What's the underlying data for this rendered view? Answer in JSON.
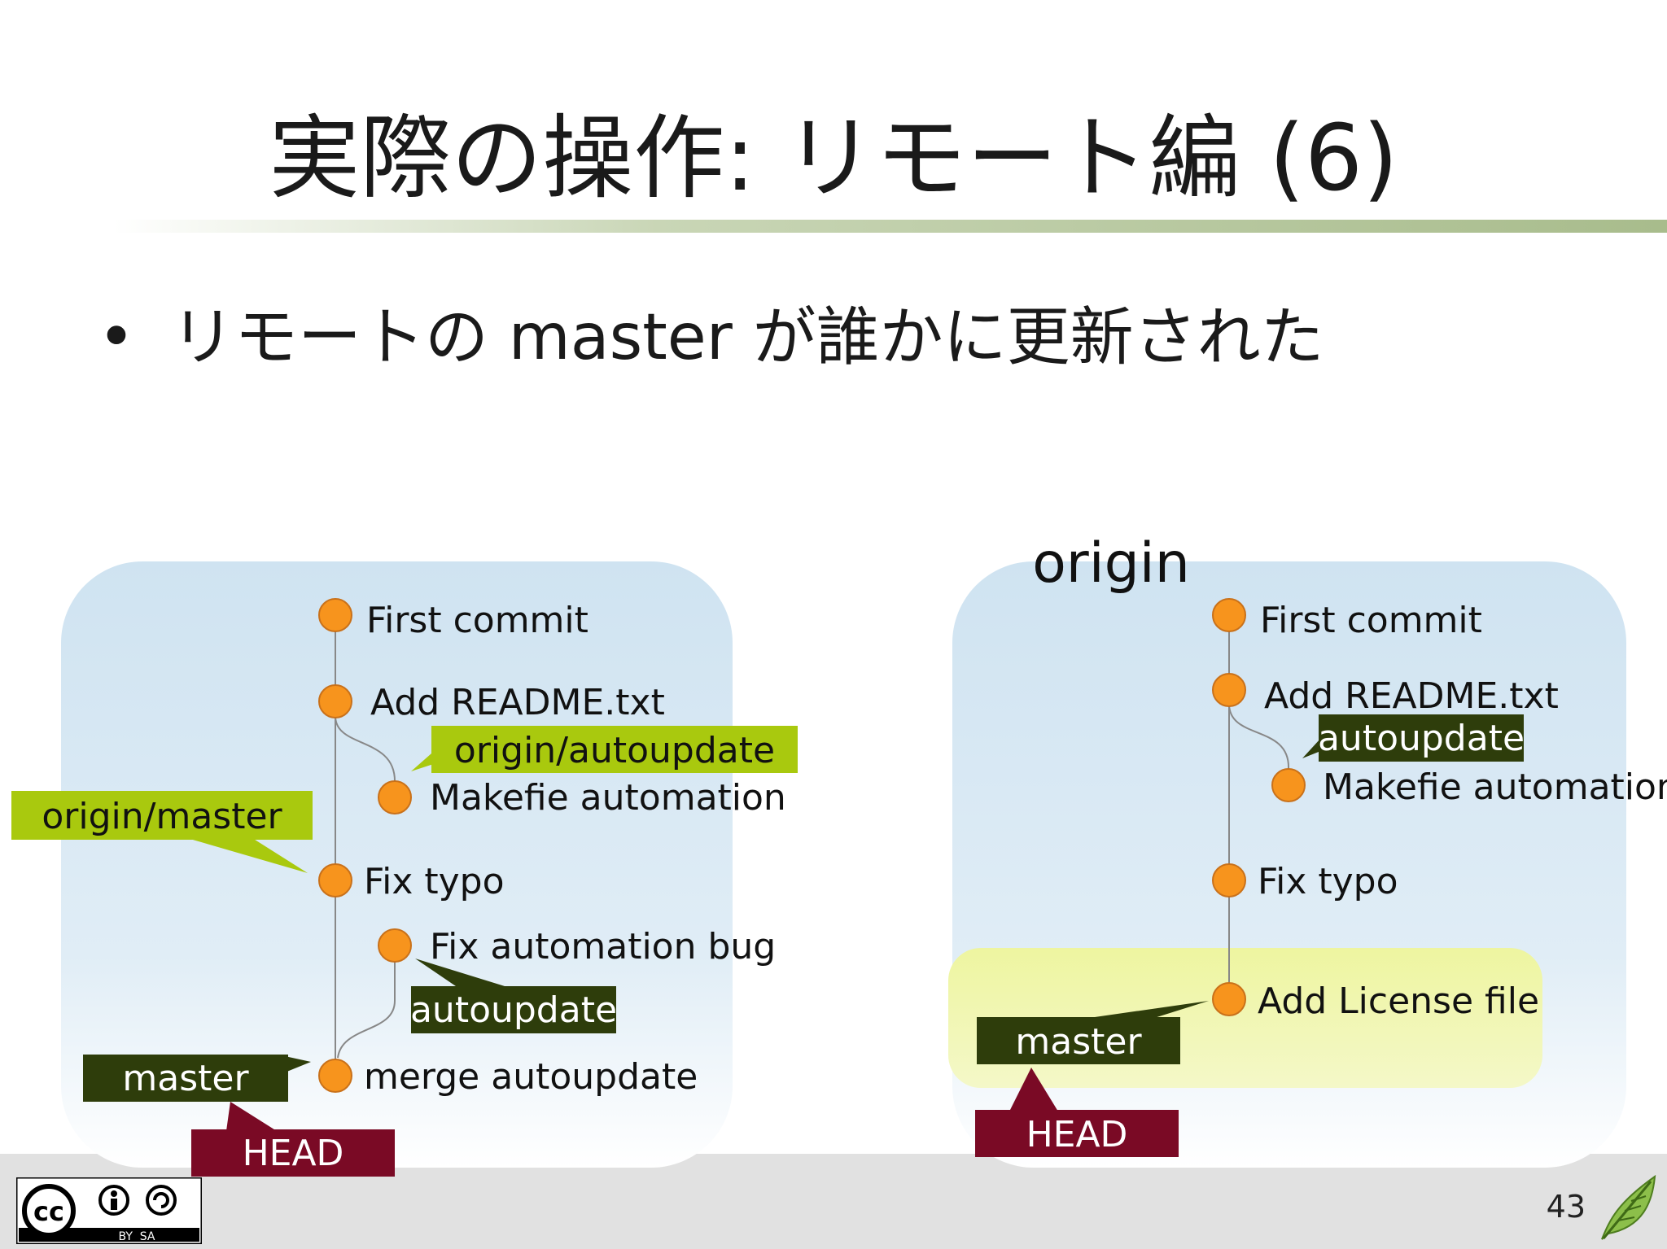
{
  "slide": {
    "title": "実際の操作: リモート編 (6)",
    "bullet": "リモートの master が誰かに更新された",
    "page_number": "43"
  },
  "local_repo": {
    "commits": [
      {
        "label": "First commit"
      },
      {
        "label": "Add README.txt"
      },
      {
        "label": "Makefie automation"
      },
      {
        "label": "Fix typo"
      },
      {
        "label": "Fix automation bug"
      },
      {
        "label": "merge autoupdate"
      }
    ],
    "refs": {
      "origin_autoupdate": "origin/autoupdate",
      "origin_master": "origin/master",
      "autoupdate": "autoupdate",
      "master": "master",
      "head": "HEAD"
    }
  },
  "origin_repo": {
    "title": "origin",
    "commits": [
      {
        "label": "First commit"
      },
      {
        "label": "Add README.txt"
      },
      {
        "label": "Makefie automation"
      },
      {
        "label": "Fix typo"
      },
      {
        "label": "Add License file"
      }
    ],
    "refs": {
      "autoupdate": "autoupdate",
      "master": "master",
      "head": "HEAD"
    }
  },
  "license_badge": {
    "text": "BY  SA"
  },
  "colors": {
    "commit": "#f7941d",
    "local_branch_tag": "#2e3d0b",
    "remote_branch_tag": "#a9c90e",
    "head_tag": "#7a0a25",
    "repo_background": "#cfe3f1",
    "highlight": "#eef5a0"
  }
}
